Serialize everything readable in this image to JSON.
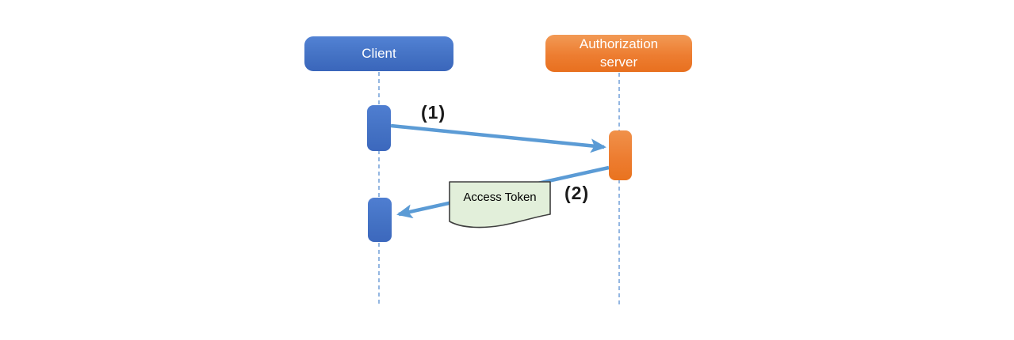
{
  "diagram": {
    "type": "sequence-diagram",
    "actors": [
      {
        "id": "client",
        "label": "Client",
        "color": "#4472c4"
      },
      {
        "id": "authorization-server",
        "label": "Authorization server",
        "color": "#ed7d31"
      }
    ],
    "messages": [
      {
        "step_label": "(1)",
        "from": "client",
        "to": "authorization-server"
      },
      {
        "step_label": "(2)",
        "from": "authorization-server",
        "to": "client"
      }
    ],
    "note": {
      "label": "Access Token",
      "fill": "#e2efda",
      "border": "#3f3f3f"
    },
    "colors": {
      "arrow": "#5b9bd5",
      "lifeline": "#7aa5da",
      "client_blue": "#4472c4",
      "server_orange": "#ed7d31",
      "note_green": "#e2efda"
    }
  }
}
